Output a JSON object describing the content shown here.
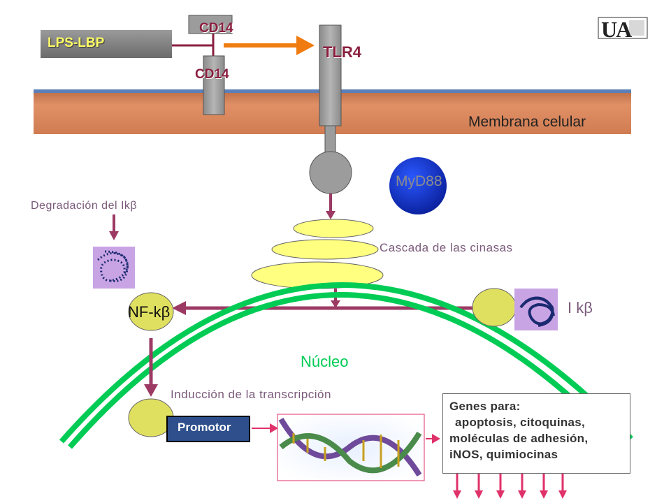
{
  "labels": {
    "lps_lbp": "LPS-LBP",
    "cd14_top": "CD14",
    "cd14_bottom": "CD14",
    "tlr4": "TLR4",
    "membrane": "Membrana celular",
    "myd88": "MyD88",
    "degradation": "Degradación del Ikβ",
    "kinase_cascade": "Cascada de las cinasas",
    "nfkb": "NF-kβ",
    "ikb": "I kβ",
    "nucleus": "Núcleo",
    "induction": "Inducción de la transcripción",
    "promoter": "Promotor",
    "logo": "UA"
  },
  "genes_box": {
    "title": "Genes para:",
    "lines": [
      "apoptosis, citoquinas,",
      "moléculas de adhesión,",
      "iNOS, quimiocinas"
    ]
  },
  "colors": {
    "membrane": "#d9875a",
    "membrane_edge": "#5b7fb8",
    "receptor_gray": "#9c9c9c",
    "arrow_maroon": "#9c3a63",
    "arrow_orange": "#f07b10",
    "myd88_blue": "#1030c8",
    "cascade_yellow": "#ffff80",
    "nucleus_green": "#00cc55",
    "ikb_box": "#c9a4e4",
    "promoter_blue": "#2e4f8c"
  }
}
